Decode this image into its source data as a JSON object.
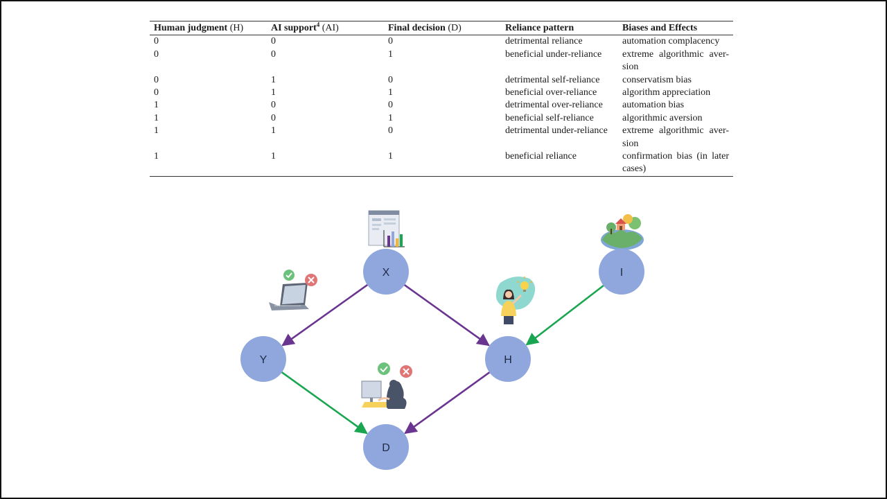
{
  "table": {
    "headers": [
      {
        "label": "Human judgment",
        "paren": "(H)"
      },
      {
        "label": "AI support",
        "sup": "4",
        "paren": "(AI)"
      },
      {
        "label": "Final decision",
        "paren": "(D)"
      },
      {
        "label": "Reliance pattern",
        "paren": ""
      },
      {
        "label": "Biases and Effects",
        "paren": ""
      }
    ],
    "rows": [
      [
        "0",
        "0",
        "0",
        "detrimental reliance",
        "automation complacency"
      ],
      [
        "0",
        "0",
        "1",
        "beneficial under-reliance",
        "extreme algorithmic aver-sion"
      ],
      [
        "0",
        "1",
        "0",
        "detrimental self-reliance",
        "conservatism bias"
      ],
      [
        "0",
        "1",
        "1",
        "beneficial over-reliance",
        "algorithm appreciation"
      ],
      [
        "1",
        "0",
        "0",
        "detrimental over-reliance",
        "automation bias"
      ],
      [
        "1",
        "0",
        "1",
        "beneficial self-reliance",
        "algorithmic aversion"
      ],
      [
        "1",
        "1",
        "0",
        "detrimental under-reliance",
        "extreme algorithmic aver-sion"
      ],
      [
        "1",
        "1",
        "1",
        "beneficial reliance",
        "confirmation bias (in later cases)"
      ]
    ]
  },
  "diagram": {
    "nodes": {
      "X": {
        "label": "X"
      },
      "I": {
        "label": "I"
      },
      "Y": {
        "label": "Y"
      },
      "H": {
        "label": "H"
      },
      "D": {
        "label": "D"
      }
    },
    "edges": [
      {
        "from": "X",
        "to": "Y",
        "color": "purple"
      },
      {
        "from": "X",
        "to": "H",
        "color": "purple"
      },
      {
        "from": "I",
        "to": "H",
        "color": "green"
      },
      {
        "from": "Y",
        "to": "D",
        "color": "green"
      },
      {
        "from": "H",
        "to": "D",
        "color": "purple"
      }
    ],
    "icons": {
      "X": "dashboard-chart-icon",
      "I": "world-environment-icon",
      "Y": "laptop-decision-icon",
      "H": "person-idea-icon",
      "D": "person-at-computer-decision-icon"
    }
  },
  "colors": {
    "node_fill": "#8fa7dc",
    "purple_edge": "#6a3590",
    "green_edge": "#1aa550",
    "check_green": "#6bc27a",
    "cross_red": "#e07575"
  }
}
